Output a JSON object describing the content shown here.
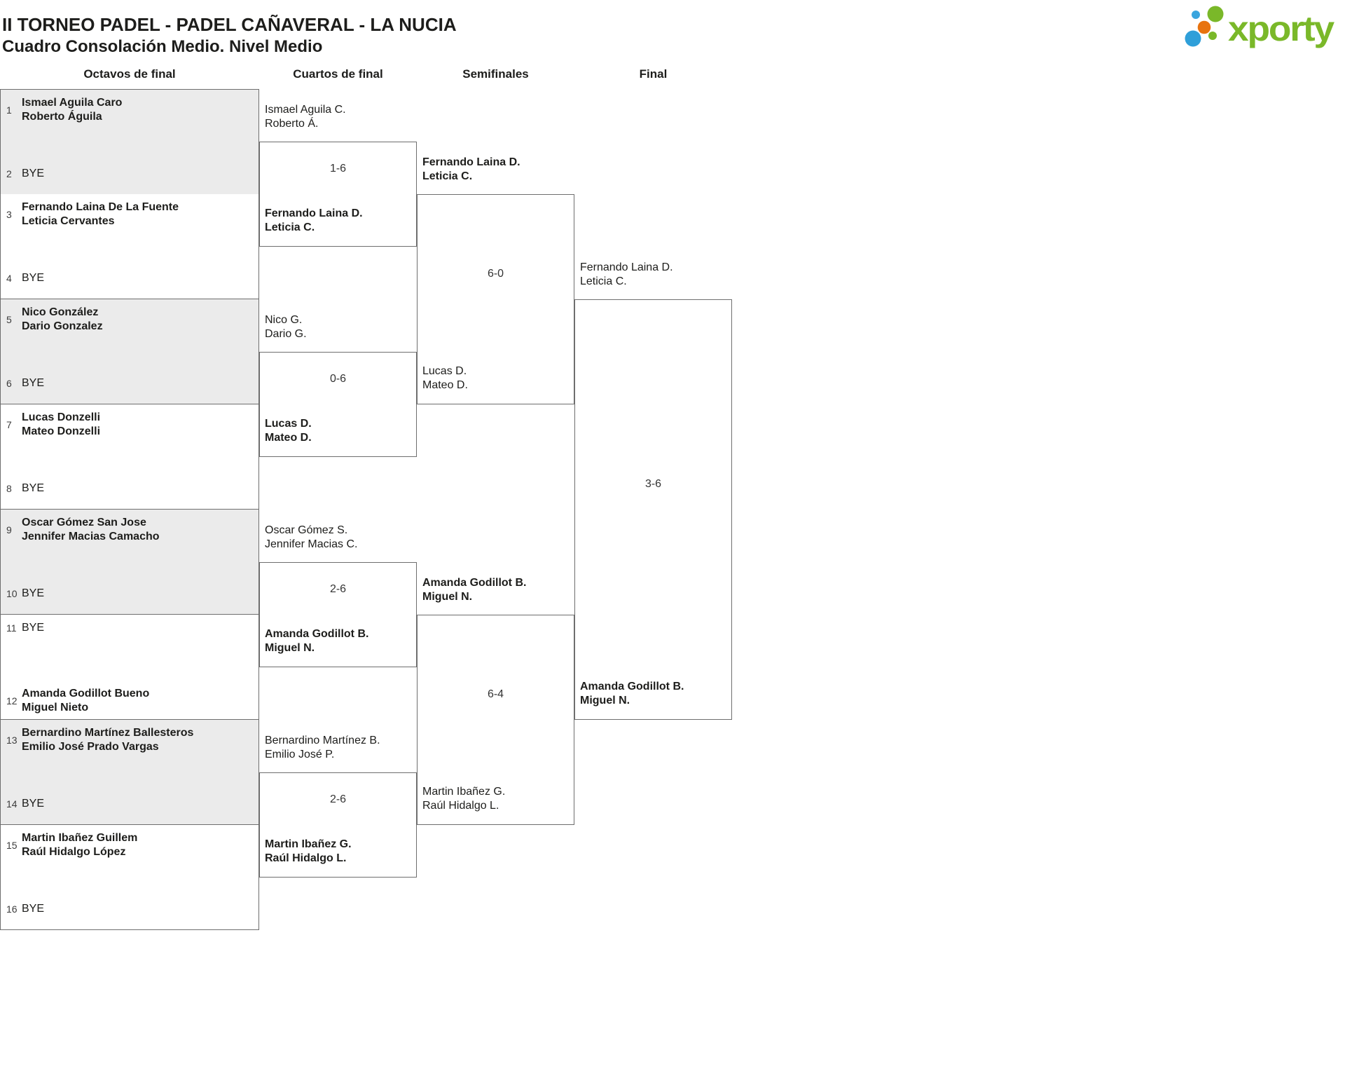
{
  "header": {
    "title": "II TORNEO PADEL - PADEL CAÑAVERAL - LA NUCIA",
    "subtitle": "Cuadro Consolación Medio. Nivel Medio"
  },
  "logo": {
    "wordmark": "xporty",
    "colors": {
      "green": "#7ab829",
      "blue_light": "#3aa5de",
      "blue": "#2f9fd9",
      "orange": "#e8730f"
    }
  },
  "colors": {
    "shaded_box": "#ebebeb",
    "border": "#6e6e6e",
    "text": "#1d1d1b"
  },
  "round_headers": [
    "Octavos de final",
    "Cuartos de final",
    "Semifinales",
    "Final"
  ],
  "octavos": [
    {
      "top": {
        "seed": "1",
        "line1": "Ismael Aguila Caro",
        "line2": "Roberto Águila"
      },
      "bottom": {
        "seed": "2",
        "line1": "BYE",
        "line2": ""
      }
    },
    {
      "top": {
        "seed": "3",
        "line1": "Fernando Laina De La Fuente",
        "line2": "Leticia Cervantes"
      },
      "bottom": {
        "seed": "4",
        "line1": "BYE",
        "line2": ""
      }
    },
    {
      "top": {
        "seed": "5",
        "line1": "Nico González",
        "line2": "Dario Gonzalez"
      },
      "bottom": {
        "seed": "6",
        "line1": "BYE",
        "line2": ""
      }
    },
    {
      "top": {
        "seed": "7",
        "line1": "Lucas Donzelli",
        "line2": "Mateo Donzelli"
      },
      "bottom": {
        "seed": "8",
        "line1": "BYE",
        "line2": ""
      }
    },
    {
      "top": {
        "seed": "9",
        "line1": "Oscar Gómez San Jose",
        "line2": "Jennifer Macias Camacho"
      },
      "bottom": {
        "seed": "10",
        "line1": "BYE",
        "line2": ""
      }
    },
    {
      "top": {
        "seed": "11",
        "line1": "BYE",
        "line2": ""
      },
      "bottom": {
        "seed": "12",
        "line1": "Amanda Godillot Bueno",
        "line2": "Miguel Nieto"
      }
    },
    {
      "top": {
        "seed": "13",
        "line1": "Bernardino Martínez Ballesteros",
        "line2": "Emilio José Prado Vargas"
      },
      "bottom": {
        "seed": "14",
        "line1": "BYE",
        "line2": ""
      }
    },
    {
      "top": {
        "seed": "15",
        "line1": "Martin Ibañez Guillem",
        "line2": "Raúl Hidalgo López"
      },
      "bottom": {
        "seed": "16",
        "line1": "BYE",
        "line2": ""
      }
    }
  ],
  "cuartos": [
    {
      "top": {
        "line1": "Ismael Aguila C.",
        "line2": "Roberto Á."
      },
      "score": "1-6",
      "winner_side": "bottom",
      "bottom": {
        "line1": "Fernando Laina D.",
        "line2": "Leticia C."
      }
    },
    {
      "top": {
        "line1": "Nico G.",
        "line2": "Dario G."
      },
      "score": "0-6",
      "winner_side": "bottom",
      "bottom": {
        "line1": "Lucas D.",
        "line2": "Mateo D."
      }
    },
    {
      "top": {
        "line1": "Oscar Gómez S.",
        "line2": "Jennifer Macias C."
      },
      "score": "2-6",
      "winner_side": "bottom",
      "bottom": {
        "line1": "Amanda Godillot B.",
        "line2": "Miguel N."
      }
    },
    {
      "top": {
        "line1": "Bernardino Martínez B.",
        "line2": "Emilio José P."
      },
      "score": "2-6",
      "winner_side": "bottom",
      "bottom": {
        "line1": "Martin Ibañez G.",
        "line2": "Raúl Hidalgo L."
      }
    }
  ],
  "semifinales": [
    {
      "top": {
        "line1": "Fernando Laina D.",
        "line2": "Leticia C."
      },
      "score": "6-0",
      "winner_side": "top",
      "bottom": {
        "line1": "Lucas D.",
        "line2": "Mateo D."
      }
    },
    {
      "top": {
        "line1": "Amanda Godillot B.",
        "line2": "Miguel N."
      },
      "score": "6-4",
      "winner_side": "top",
      "bottom": {
        "line1": "Martin Ibañez G.",
        "line2": "Raúl Hidalgo L."
      }
    }
  ],
  "final": {
    "top": {
      "line1": "Fernando Laina D.",
      "line2": "Leticia C."
    },
    "score": "3-6",
    "winner_side": "bottom",
    "bottom": {
      "line1": "Amanda Godillot B.",
      "line2": "Miguel N."
    }
  }
}
